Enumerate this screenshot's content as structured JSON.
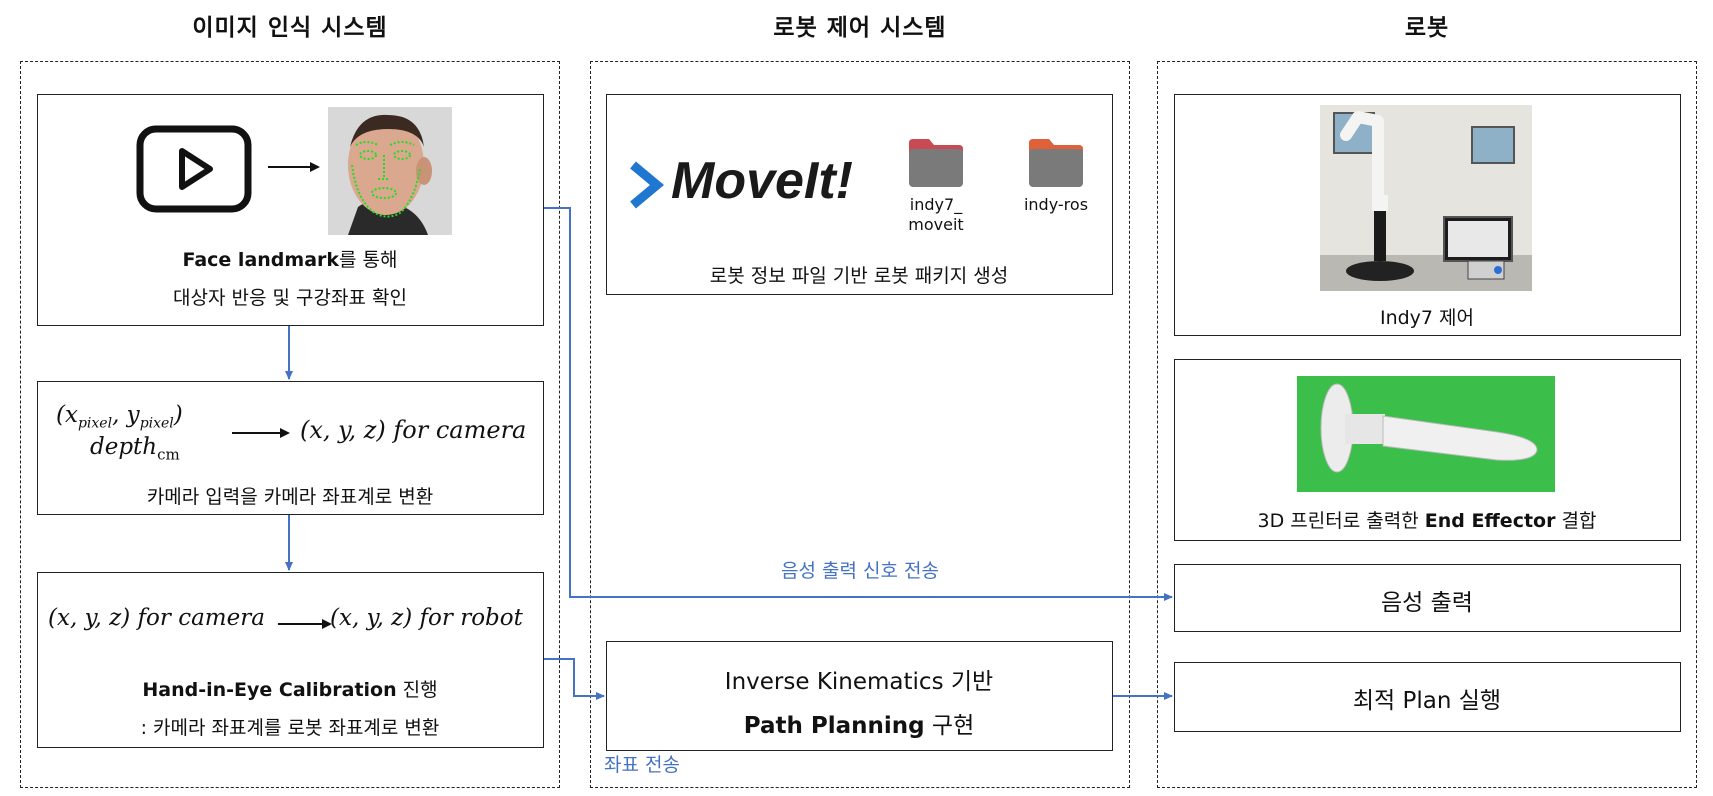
{
  "columns": {
    "image_recognition": "이미지 인식 시스템",
    "robot_control": "로봇 제어 시스템",
    "robot": "로봇"
  },
  "face_box": {
    "line1_bold": "Face landmark",
    "line1_rest": "를 통해",
    "line2": "대상자 반응 및 구강좌표 확인"
  },
  "camera_box": {
    "pixel_coords": "(x",
    "pixel_sub": "pixel",
    "pixel_y": ", y",
    "pixel_close": ")",
    "depth": "depth",
    "depth_sub": "cm",
    "result": "(x, y, z) for camera",
    "caption": "카메라 입력을 카메라 좌표계로 변환"
  },
  "calib_box": {
    "from": "(x, y, z) for camera",
    "to": "(x, y, z) for robot",
    "line1_bold": "Hand-in-Eye Calibration",
    "line1_rest": " 진행",
    "line2": ": 카메라 좌표계를 로봇 좌표계로 변환"
  },
  "moveit_box": {
    "logo_text": "MoveIt!",
    "folder1_label_a": "indy7_",
    "folder1_label_b": "moveit",
    "folder2_label": "indy-ros",
    "caption": "로봇 정보 파일 기반 로봇 패키지 생성"
  },
  "ik_box": {
    "line1": "Inverse Kinematics 기반",
    "line2_bold": "Path Planning",
    "line2_rest": " 구현"
  },
  "robot_box": {
    "caption": "Indy7 제어"
  },
  "effector_box": {
    "caption_pre": "3D 프린터로 출력한 ",
    "caption_bold": "End Effector",
    "caption_post": " 결합"
  },
  "voice_box": {
    "label": "음성 출력"
  },
  "plan_box": {
    "label": "최적 Plan 실행"
  },
  "edge_labels": {
    "voice_signal": "음성 출력 신호 전송",
    "coord_send": "좌표 전송"
  },
  "colors": {
    "arrow": "#4472C4",
    "border": "#222222",
    "landmark": "#22dd22"
  }
}
